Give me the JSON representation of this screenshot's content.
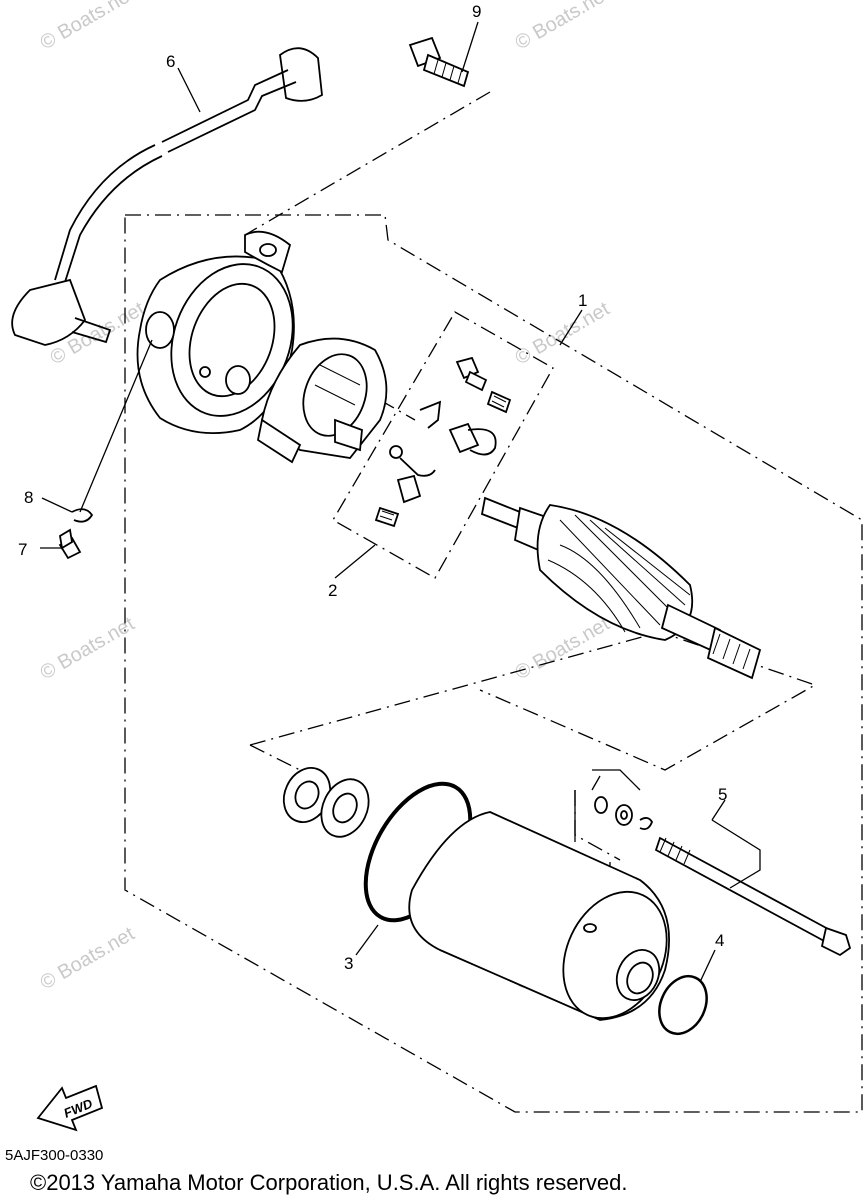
{
  "diagram": {
    "callouts": [
      "1",
      "2",
      "3",
      "4",
      "5",
      "6",
      "7",
      "8",
      "9"
    ],
    "watermark": "© Boats.net",
    "fwd_label": "FWD",
    "drawing_code": "5AJF300-0330",
    "copyright": "©2013 Yamaha Motor Corporation, U.S.A. All rights reserved."
  }
}
